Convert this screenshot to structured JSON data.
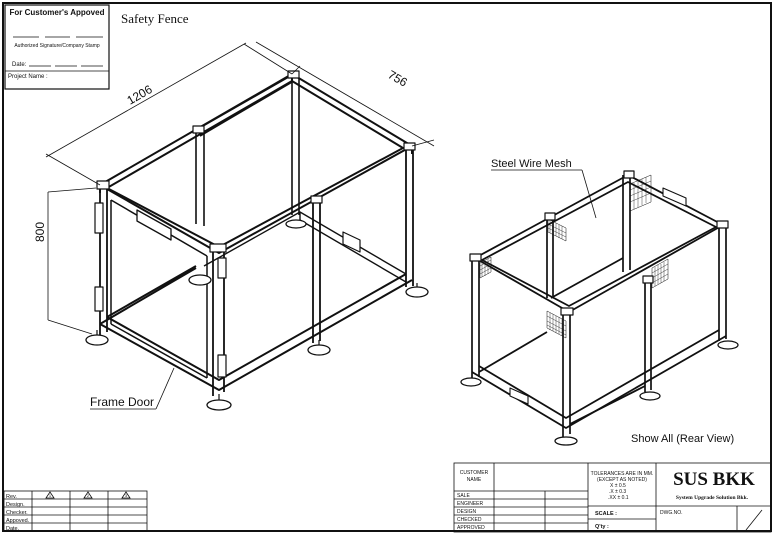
{
  "approval_box": {
    "title": "For Customer's  Appoved",
    "signature_label": "Authorized Signature/Company Stamp",
    "date_label": "Date:",
    "project_label": "Project Name :"
  },
  "drawing": {
    "title": "Safety Fence",
    "dim_length": "1206",
    "dim_width": "756",
    "dim_height": "800",
    "label_frame_door": "Frame Door",
    "label_steel_mesh": "Steel Wire Mesh",
    "label_rear_view": "Show All (Rear View)"
  },
  "revision_table": {
    "rows": [
      "Rev.",
      "Design.",
      "Checker.",
      "Appoved.",
      "Date."
    ],
    "rev_marks": [
      "1",
      "2",
      "3"
    ]
  },
  "title_block": {
    "customer_name": "CUSTOMER\nNAME",
    "customer_line1": "CUSTOMER",
    "customer_line2": "NAME",
    "roles": [
      "SALE",
      "ENGINEER",
      "DESIGN",
      "CHECKED",
      "APPROVED"
    ],
    "tolerance_title": "TOLERANCES ARE IN MM.",
    "tolerance_sub": "(EXCEPT AS NOTED)",
    "tol_x": "X    ±  0.5",
    "tol_xx": ".X    ±  0.3",
    "tol_xxx": ".XX  ±  0.1",
    "scale_label": "SCALE :",
    "qty_label": "Q'ty  :",
    "company": "SUS BKK",
    "company_sub": "System Upgrade Solution Bkk.",
    "dwg_label": "DWG.NO."
  }
}
